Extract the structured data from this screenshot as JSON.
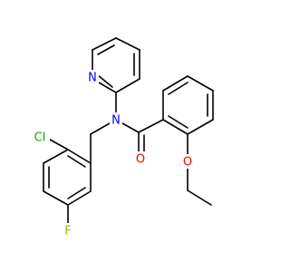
{
  "molecule": {
    "background": "#ffffff",
    "bond_color": "#000000",
    "atom_labels": [
      {
        "id": "n-pyridine",
        "text": "N",
        "color": "#0000ff"
      },
      {
        "id": "n-amide",
        "text": "N",
        "color": "#0000ff"
      },
      {
        "id": "o-carbonyl",
        "text": "O",
        "color": "#ff0000"
      },
      {
        "id": "o-ether",
        "text": "O",
        "color": "#ff0000"
      },
      {
        "id": "cl",
        "text": "Cl",
        "color": "#00aa00"
      },
      {
        "id": "f",
        "text": "F",
        "color": "#90c000"
      }
    ]
  }
}
